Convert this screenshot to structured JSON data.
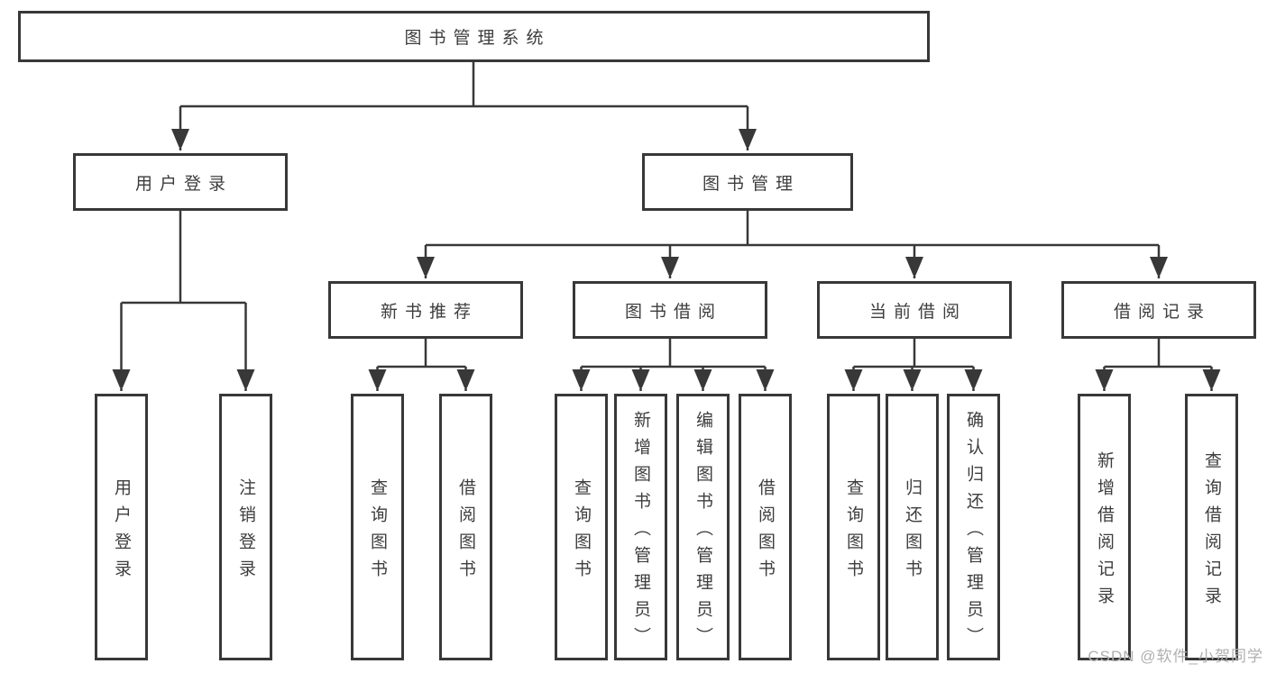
{
  "tree": {
    "root": {
      "label": "图书管理系统",
      "children": [
        {
          "label": "用户登录",
          "children": [
            {
              "label": "用户登录"
            },
            {
              "label": "注销登录"
            }
          ]
        },
        {
          "label": "图书管理",
          "children": [
            {
              "label": "新书推荐",
              "children": [
                {
                  "label": "查询图书"
                },
                {
                  "label": "借阅图书"
                }
              ]
            },
            {
              "label": "图书借阅",
              "children": [
                {
                  "label": "查询图书"
                },
                {
                  "label": "新增图书（管理员）"
                },
                {
                  "label": "编辑图书（管理员）"
                },
                {
                  "label": "借阅图书"
                }
              ]
            },
            {
              "label": "当前借阅",
              "children": [
                {
                  "label": "查询图书"
                },
                {
                  "label": "归还图书"
                },
                {
                  "label": "确认归还（管理员）"
                }
              ]
            },
            {
              "label": "借阅记录",
              "children": [
                {
                  "label": "新增借阅记录"
                },
                {
                  "label": "查询借阅记录"
                }
              ]
            }
          ]
        }
      ]
    }
  },
  "watermark": "CSDN @软件_小贺同学",
  "colors": {
    "line": "#383838",
    "box_border": "#383838",
    "box_background": "#ffffff",
    "text": "#3d3d3d",
    "watermark": "#b0b0b0",
    "page_background": "#ffffff"
  }
}
